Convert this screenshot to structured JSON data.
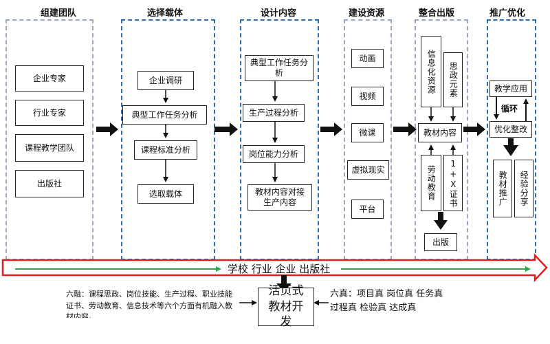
{
  "columns": {
    "team": {
      "title": "组建团队",
      "items": [
        "企业专家",
        "行业专家",
        "课程教学团队",
        "出版社"
      ]
    },
    "carrier": {
      "title": "选择载体",
      "items": [
        "企业调研",
        "典型工作任务分析",
        "课程标准分析",
        "选取载体"
      ]
    },
    "design": {
      "title": "设计内容",
      "items": [
        "典型工作任务分析",
        "生产过程分析",
        "岗位能力分析",
        "教材内容对接生产内容"
      ]
    },
    "resources": {
      "title": "建设资源",
      "items": [
        "动画",
        "视频",
        "微课",
        "虚拟现实",
        "平台"
      ]
    },
    "publish": {
      "title": "整合出版",
      "top_items": [
        "信息化资源",
        "思政元素"
      ],
      "center": "教材内容",
      "bottom_items": [
        "劳动教育",
        "1+X证书"
      ],
      "output": "出版"
    },
    "optimize": {
      "title": "推广优化",
      "top": "教学应用",
      "loop": "循环",
      "middle": "优化整改",
      "bottom_items": [
        "教材推广",
        "经验分享"
      ]
    }
  },
  "banner": {
    "text": "学校 行业  企业 出版社"
  },
  "bottom": {
    "left_note": "六融：课程思政、岗位技能、生产过程、职业技能证书、劳动教育、信息技术等六个方面有机融入教材内容。",
    "center": "活页式教材开发",
    "right_note": "六真：项目真  岗位真  任务真  过程真  检验真  达成真"
  },
  "colors": {
    "gray_dash": "#9aa6c4",
    "blue_dash": "#2f6db0",
    "banner_red": "#e02020",
    "banner_green": "#2aa84a"
  }
}
